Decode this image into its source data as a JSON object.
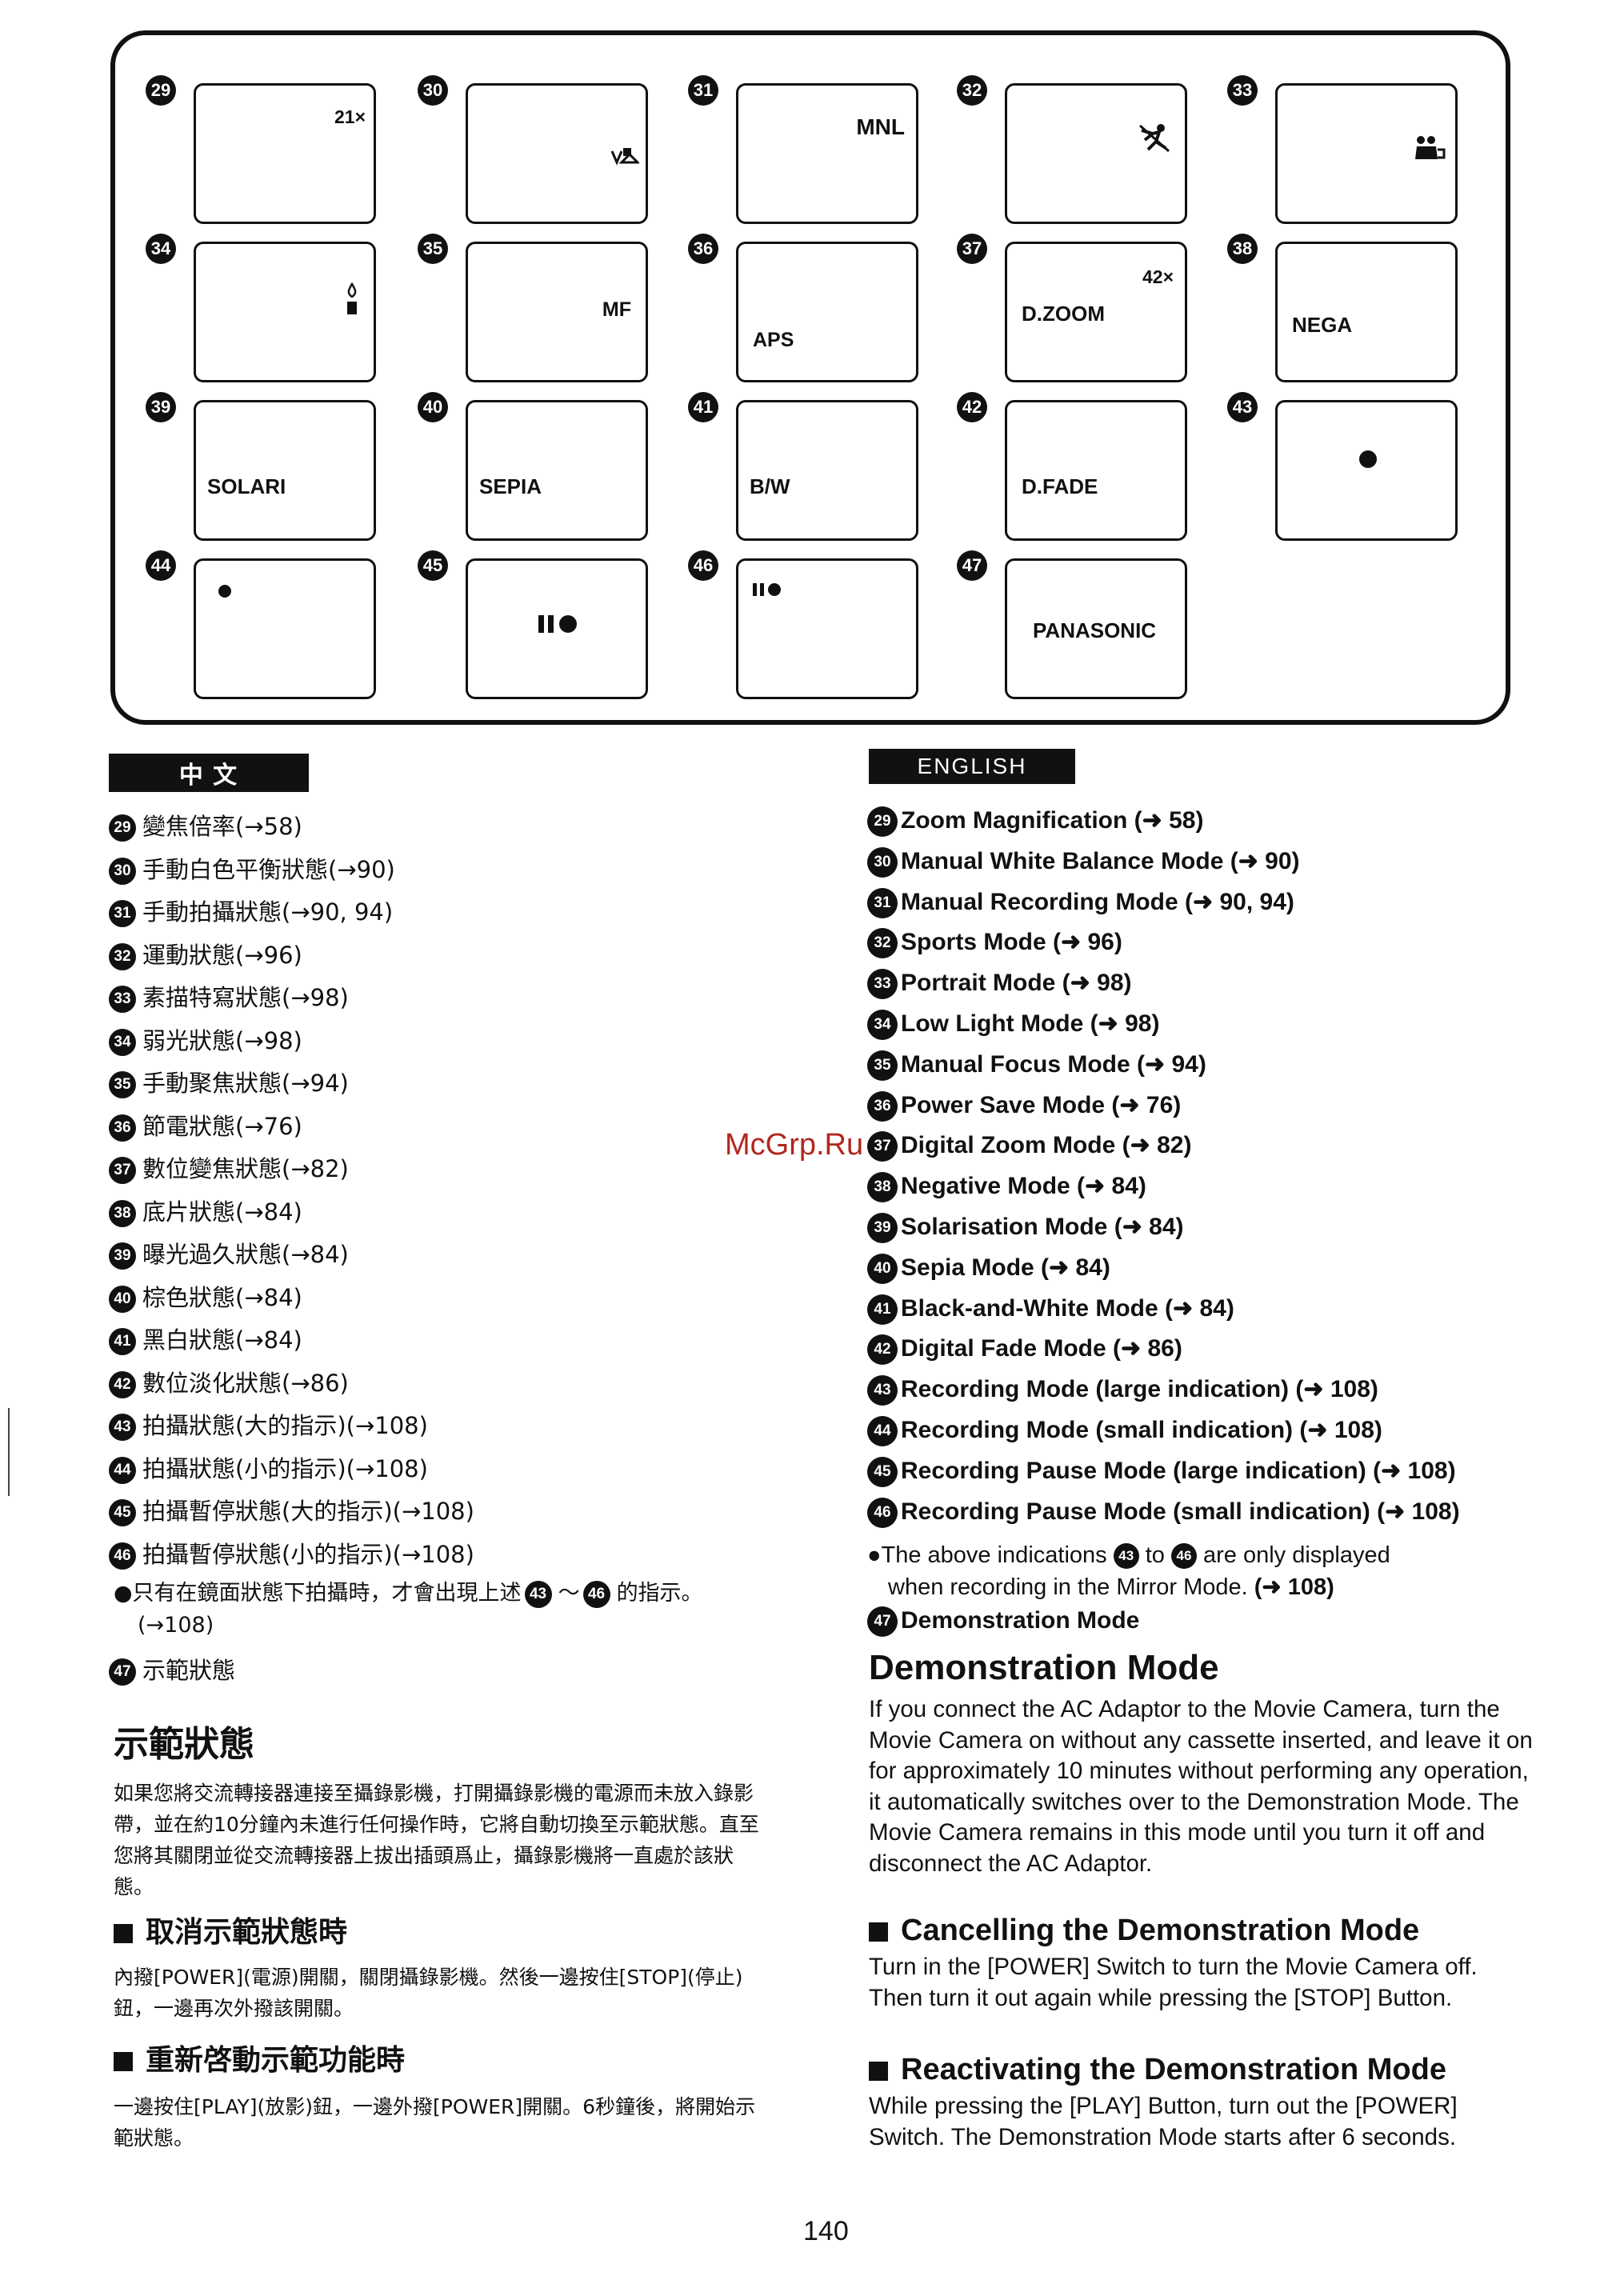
{
  "panel": {
    "items": [
      {
        "num": "29",
        "text": "21×"
      },
      {
        "num": "30",
        "text": "",
        "icon": "white-balance-icon"
      },
      {
        "num": "31",
        "text": "MNL"
      },
      {
        "num": "32",
        "text": "",
        "icon": "sports-icon"
      },
      {
        "num": "33",
        "text": "",
        "icon": "portrait-icon"
      },
      {
        "num": "34",
        "text": "",
        "icon": "low-light-icon"
      },
      {
        "num": "35",
        "text": "MF"
      },
      {
        "num": "36",
        "text": "APS"
      },
      {
        "num": "37",
        "text": "D.ZOOM",
        "text2": "42×"
      },
      {
        "num": "38",
        "text": "NEGA"
      },
      {
        "num": "39",
        "text": "SOLARI"
      },
      {
        "num": "40",
        "text": "SEPIA"
      },
      {
        "num": "41",
        "text": "B/W"
      },
      {
        "num": "42",
        "text": "D.FADE"
      },
      {
        "num": "43",
        "text": "",
        "icon": "large-record-dot"
      },
      {
        "num": "44",
        "text": "",
        "icon": "small-record-dot"
      },
      {
        "num": "45",
        "text": "",
        "icon": "large-pause-record"
      },
      {
        "num": "46",
        "text": "",
        "icon": "small-pause-record"
      },
      {
        "num": "47",
        "text": "PANASONIC"
      }
    ]
  },
  "chinese": {
    "header": "中 文",
    "items": [
      {
        "num": "29",
        "text": "變焦倍率(→58)"
      },
      {
        "num": "30",
        "text": "手動白色平衡狀態(→90)"
      },
      {
        "num": "31",
        "text": "手動拍攝狀態(→90, 94)"
      },
      {
        "num": "32",
        "text": "運動狀態(→96)"
      },
      {
        "num": "33",
        "text": "素描特寫狀態(→98)"
      },
      {
        "num": "34",
        "text": "弱光狀態(→98)"
      },
      {
        "num": "35",
        "text": "手動聚焦狀態(→94)"
      },
      {
        "num": "36",
        "text": "節電狀態(→76)"
      },
      {
        "num": "37",
        "text": "數位變焦狀態(→82)"
      },
      {
        "num": "38",
        "text": "底片狀態(→84)"
      },
      {
        "num": "39",
        "text": "曝光過久狀態(→84)"
      },
      {
        "num": "40",
        "text": "棕色狀態(→84)"
      },
      {
        "num": "41",
        "text": "黑白狀態(→84)"
      },
      {
        "num": "42",
        "text": "數位淡化狀態(→86)"
      },
      {
        "num": "43",
        "text": "拍攝狀態(大的指示)(→108)"
      },
      {
        "num": "44",
        "text": "拍攝狀態(小的指示)(→108)"
      },
      {
        "num": "45",
        "text": "拍攝暫停狀態(大的指示)(→108)"
      },
      {
        "num": "46",
        "text": "拍攝暫停狀態(小的指示)(→108)"
      }
    ],
    "note_a": "●只有在鏡面狀態下拍攝時，才會出現上述",
    "note_b": "～",
    "note_c": "的指示。",
    "note_d": "(→108)",
    "note_n1": "43",
    "note_n2": "46",
    "item47_num": "47",
    "item47": "示範狀態",
    "demo_title": "示範狀態",
    "demo_text": "如果您將交流轉接器連接至攝錄影機，打開攝錄影機的電源而未放入錄影帶，並在約10分鐘內未進行任何操作時，它將自動切換至示範狀態。直至您將其關閉並從交流轉接器上拔出插頭爲止，攝錄影機將一直處於該狀態。",
    "cancel_title": "取消示範狀態時",
    "cancel_text": "內撥[POWER](電源)開關，關閉攝錄影機。然後一邊按住[STOP](停止)鈕，一邊再次外撥該開關。",
    "react_title": "重新啓動示範功能時",
    "react_text": "一邊按住[PLAY](放影)鈕，一邊外撥[POWER]開關。6秒鐘後，將開始示範狀態。"
  },
  "english": {
    "header": "ENGLISH",
    "items": [
      {
        "num": "29",
        "text": "Zoom Magnification (➜ 58)"
      },
      {
        "num": "30",
        "text": "Manual White Balance Mode (➜ 90)"
      },
      {
        "num": "31",
        "text": "Manual Recording Mode (➜ 90, 94)"
      },
      {
        "num": "32",
        "text": "Sports Mode (➜ 96)"
      },
      {
        "num": "33",
        "text": "Portrait Mode (➜ 98)"
      },
      {
        "num": "34",
        "text": "Low Light Mode (➜ 98)"
      },
      {
        "num": "35",
        "text": "Manual Focus Mode (➜ 94)"
      },
      {
        "num": "36",
        "text": "Power Save Mode (➜ 76)"
      },
      {
        "num": "37",
        "text": "Digital Zoom Mode (➜ 82)"
      },
      {
        "num": "38",
        "text": "Negative Mode (➜ 84)"
      },
      {
        "num": "39",
        "text": "Solarisation Mode (➜ 84)"
      },
      {
        "num": "40",
        "text": "Sepia Mode (➜ 84)"
      },
      {
        "num": "41",
        "text": "Black-and-White Mode (➜ 84)"
      },
      {
        "num": "42",
        "text": "Digital Fade Mode (➜ 86)"
      },
      {
        "num": "43",
        "text": "Recording Mode (large indication) (➜ 108)"
      },
      {
        "num": "44",
        "text": "Recording Mode (small indication) (➜ 108)"
      },
      {
        "num": "45",
        "text": "Recording Pause Mode (large indication) (➜ 108)"
      },
      {
        "num": "46",
        "text": "Recording Pause Mode (small indication) (➜ 108)"
      }
    ],
    "note_a": "●The above indications",
    "note_b": "to",
    "note_c": "are only displayed",
    "note_d": "when recording in the Mirror Mode.",
    "note_ref": "(➜ 108)",
    "note_n1": "43",
    "note_n2": "46",
    "item47_num": "47",
    "item47": "Demonstration Mode",
    "demo_title": "Demonstration Mode",
    "demo_text": "If you connect the AC Adaptor to the Movie Camera, turn the Movie Camera on without any cassette inserted, and leave it on for approximately 10 minutes without performing any operation, it automatically switches over to the Demonstration Mode. The Movie Camera remains in this mode until you turn it off and disconnect the AC Adaptor.",
    "cancel_title": "Cancelling the Demonstration Mode",
    "cancel_text": "Turn in the [POWER] Switch to turn the Movie Camera off. Then turn it out again while pressing the [STOP] Button.",
    "react_title": "Reactivating the Demonstration Mode",
    "react_text": "While pressing the [PLAY] Button, turn out the [POWER] Switch. The Demonstration Mode starts after 6 seconds."
  },
  "watermark": "McGrp.Ru",
  "page_number": "140"
}
